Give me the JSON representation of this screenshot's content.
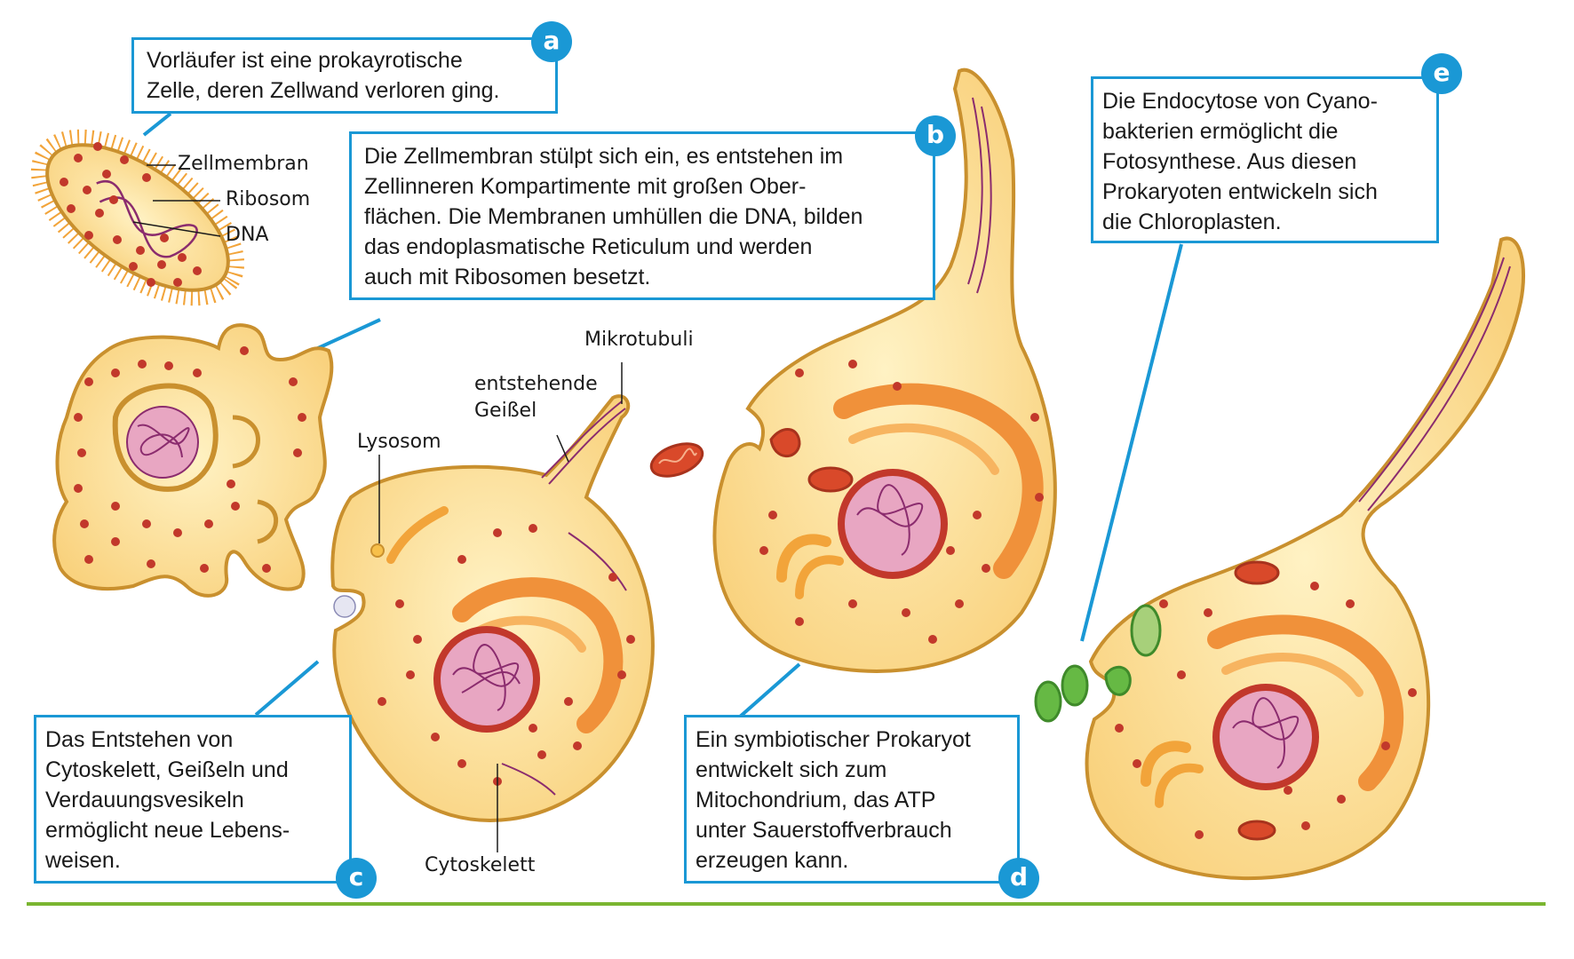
{
  "boxes": {
    "a": {
      "badge": "a",
      "lines": [
        "Vorläufer ist eine prokayrotische",
        "Zelle, deren Zellwand verloren ging."
      ]
    },
    "b": {
      "badge": "b",
      "lines": [
        "Die Zellmembran stülpt sich ein,  es entstehen im",
        "Zellinneren Kompartimente mit großen Ober-",
        "flächen. Die Membranen umhüllen die DNA, bilden",
        "das endoplasmatische Reticulum und werden",
        "auch mit  Ribosomen besetzt."
      ]
    },
    "c": {
      "badge": "c",
      "lines": [
        "Das Entstehen von",
        "Cytoskelett, Geißeln und",
        "Verdauungsvesikeln",
        "ermöglicht neue Lebens-",
        "weisen."
      ]
    },
    "d": {
      "badge": "d",
      "lines": [
        "Ein symbiotischer Prokaryot",
        "entwickelt sich zum",
        "Mitochondrium, das ATP",
        "unter Sauerstoffverbrauch",
        "erzeugen kann."
      ]
    },
    "e": {
      "badge": "e",
      "lines": [
        "Die Endocytose von Cyano-",
        "bakterien ermöglicht die",
        "Fotosynthese. Aus diesen",
        "Prokaryoten entwickeln sich",
        "die Chloroplasten."
      ]
    }
  },
  "labels": {
    "zellmembran": "Zellmembran",
    "ribosom": "Ribosom",
    "dna": "DNA",
    "mikrotubuli": "Mikrotubuli",
    "entstehende": "entstehende",
    "geissel": "Geißel",
    "lysosom": "Lysosom",
    "cytoskelett": "Cytoskelett"
  },
  "colors": {
    "accent": "#1a98d5",
    "cytoplasm": "#fde3a0",
    "membrane": "#c9902e",
    "ribosome": "#c2382b",
    "dna": "#8b2c6e",
    "er": "#f0913a",
    "mitochondrion": "#d9492a",
    "chloroplast": "#5aa83a",
    "ground_line": "#7ab530"
  }
}
